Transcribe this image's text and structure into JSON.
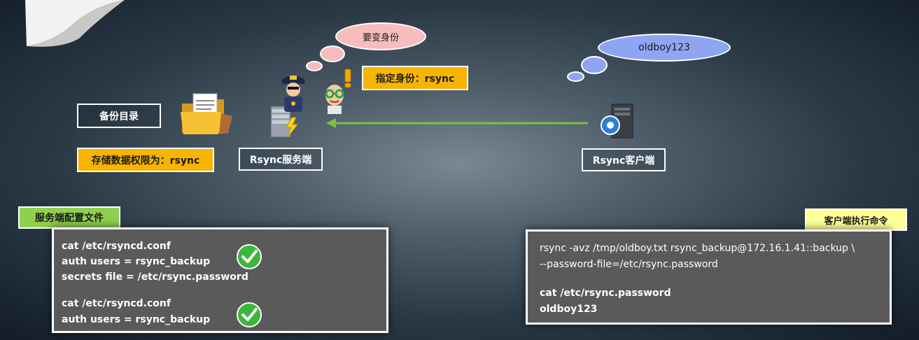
{
  "labels": {
    "backup_dir": "备份目录",
    "storage_perm": "存储数据权限为：rsync",
    "server": "Rsync服务端",
    "client": "Rsync客户端",
    "specify_identity": "指定身份：rsync"
  },
  "bubbles": {
    "ask_identity": "要变身份",
    "password": "oldboy123"
  },
  "server_config": {
    "tab": "服务端配置文件",
    "block1": [
      "cat /etc/rsyncd.conf",
      "auth users = rsync_backup",
      "secrets file = /etc/rsync.password"
    ],
    "block2": [
      "cat /etc/rsyncd.conf",
      "auth users = rsync_backup"
    ]
  },
  "client_cmd": {
    "tab": "客户端执行命令",
    "cmd_line1": "rsync -avz  /tmp/oldboy.txt  rsync_backup@172.16.1.41::backup \\",
    "cmd_line2": "--password-file=/etc/rsync.password",
    "pw_line1": "cat /etc/rsync.password",
    "pw_line2": "oldboy123"
  },
  "colors": {
    "arrow": "#7cc040",
    "yellow": "#f7b400",
    "green": "#8fd14f",
    "check": "#3db53d"
  },
  "icons": {
    "folder": "folder-icon",
    "server": "server-icon",
    "guard": "police-guard-icon",
    "person": "person-glasses-icon",
    "client": "client-computer-icon",
    "check": "check-icon",
    "page_curl": "page-curl-icon"
  }
}
